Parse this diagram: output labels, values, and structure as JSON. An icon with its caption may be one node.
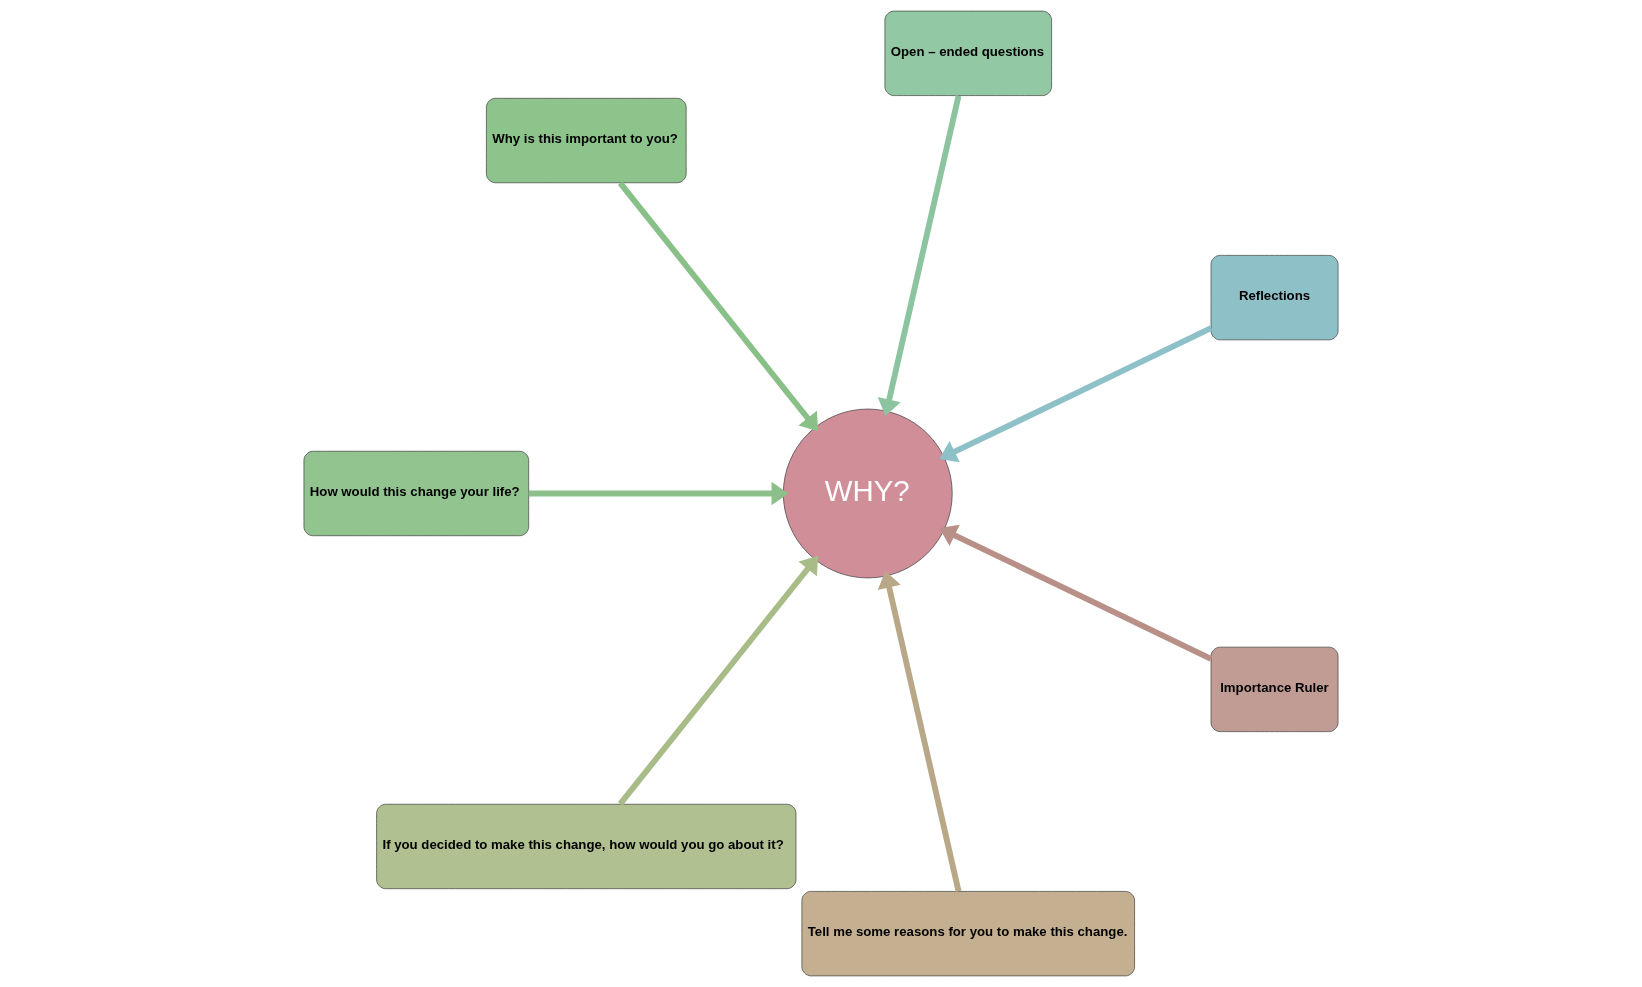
{
  "diagram": {
    "nodes": [
      {
        "text": [
          "Reflections"
        ]
      },
      {
        "text": [
          "Open – ended questions"
        ]
      },
      {
        "text": [
          "Why is this important to you?"
        ]
      },
      {
        "text": [
          "How would this change your life?"
        ]
      },
      {
        "text": [
          "If you decided to make this change, how would you go about it?"
        ]
      },
      {
        "text": [
          "Tell me some reasons for you to make this change."
        ]
      },
      {
        "text": [
          "Importance Ruler"
        ]
      },
      {
        "text": [
          "WHY?"
        ]
      }
    ],
    "edges": [
      {
        "from": 0,
        "to": 7,
        "arrow": "to",
        "color": "#8ec0c8"
      },
      {
        "from": 1,
        "to": 7,
        "arrow": "to",
        "color": "#8cc4a0"
      },
      {
        "from": 2,
        "to": 7,
        "arrow": "to",
        "color": "#88c088"
      },
      {
        "from": 3,
        "to": 7,
        "arrow": "to",
        "color": "#8cbf8a"
      },
      {
        "from": 4,
        "to": 7,
        "arrow": "to",
        "color": "#a8bc88"
      },
      {
        "from": 5,
        "to": 7,
        "arrow": "to",
        "color": "#b8a888"
      },
      {
        "from": 6,
        "to": 7,
        "arrow": "to",
        "color": "#b89088"
      }
    ]
  }
}
